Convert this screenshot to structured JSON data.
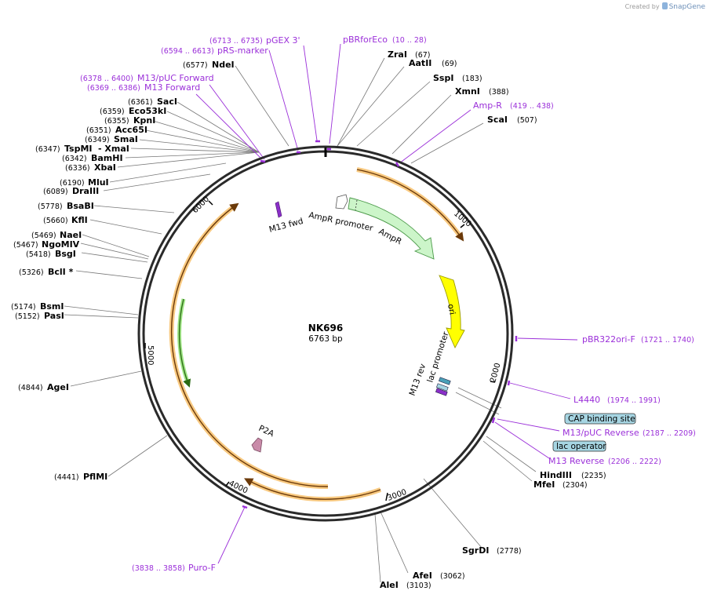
{
  "credit": {
    "prefix": "Created by",
    "brand": "SnapGene"
  },
  "plasmid": {
    "name": "NK696",
    "length_label": "6763 bp"
  },
  "ticks": [
    "1000",
    "2000",
    "3000",
    "4000",
    "5000",
    "6000"
  ],
  "features": {
    "amp_promoter": "AmpR promoter",
    "ampr": "AmpR",
    "ori": "ori",
    "lac_promoter": "lac promoter",
    "m13_rev": "M13 rev",
    "m13_fwd": "M13 fwd",
    "p2a": "P2A"
  },
  "sites": {
    "zrai": {
      "name": "ZraI",
      "coord": "(67)"
    },
    "aatii": {
      "name": "AatII",
      "coord": "(69)"
    },
    "sspi": {
      "name": "SspI",
      "coord": "(183)"
    },
    "xmni": {
      "name": "XmnI",
      "coord": "(388)"
    },
    "scai": {
      "name": "ScaI",
      "coord": "(507)"
    },
    "hindiii": {
      "name": "HindIII",
      "coord": "(2235)"
    },
    "mfei": {
      "name": "MfeI",
      "coord": "(2304)"
    },
    "sgrdi": {
      "name": "SgrDI",
      "coord": "(2778)"
    },
    "afei": {
      "name": "AfeI",
      "coord": "(3062)"
    },
    "alei": {
      "name": "AleI",
      "coord": "(3103)"
    },
    "pflmi": {
      "name": "PflMI",
      "coord": "(4441)"
    },
    "agei": {
      "name": "AgeI",
      "coord": "(4844)"
    },
    "pasi": {
      "name": "PasI",
      "coord": "(5152)"
    },
    "bsmi": {
      "name": "BsmI",
      "coord": "(5174)"
    },
    "bcli": {
      "name": "BclI *",
      "coord": "(5326)"
    },
    "bsgi": {
      "name": "BsgI",
      "coord": "(5418)"
    },
    "ngomiv": {
      "name": "NgoMIV",
      "coord": "(5467)"
    },
    "naei": {
      "name": "NaeI",
      "coord": "(5469)"
    },
    "kfli": {
      "name": "KflI",
      "coord": "(5660)"
    },
    "bsabi": {
      "name": "BsaBI",
      "coord": "(5778)"
    },
    "draiii": {
      "name": "DraIII",
      "coord": "(6089)"
    },
    "mlui": {
      "name": "MluI",
      "coord": "(6190)"
    },
    "xbai": {
      "name": "XbaI",
      "coord": "(6336)"
    },
    "bamhi": {
      "name": "BamHI",
      "coord": "(6342)"
    },
    "tspmi": {
      "name": "TspMI",
      "coord": "(6347)",
      "alias": "- XmaI"
    },
    "smai": {
      "name": "SmaI",
      "coord": "(6349)"
    },
    "acc65i": {
      "name": "Acc65I",
      "coord": "(6351)"
    },
    "kpni": {
      "name": "KpnI",
      "coord": "(6355)"
    },
    "eco53ki": {
      "name": "Eco53kI",
      "coord": "(6359)"
    },
    "saci": {
      "name": "SacI",
      "coord": "(6361)"
    },
    "ndei": {
      "name": "NdeI",
      "coord": "(6577)"
    }
  },
  "primers": {
    "pgex3": {
      "name": "pGEX 3'",
      "coord": "(6713 .. 6735)"
    },
    "prs": {
      "name": "pRS-marker",
      "coord": "(6594 .. 6613)"
    },
    "pbrfor": {
      "name": "pBRforEco",
      "coord": "(10 .. 28)"
    },
    "m13puc": {
      "name": "M13/pUC Forward",
      "coord": "(6378 .. 6400)"
    },
    "m13fwd": {
      "name": "M13 Forward",
      "coord": "(6369 .. 6386)"
    },
    "ampr": {
      "name": "Amp-R",
      "coord": "(419 .. 438)"
    },
    "pbr322": {
      "name": "pBR322ori-F",
      "coord": "(1721 .. 1740)"
    },
    "l4440": {
      "name": "L4440",
      "coord": "(1974 .. 1991)"
    },
    "m13pucrev": {
      "name": "M13/pUC Reverse",
      "coord": "(2187 .. 2209)"
    },
    "m13rev": {
      "name": "M13 Reverse",
      "coord": "(2206 .. 2222)"
    },
    "purof": {
      "name": "Puro-F",
      "coord": "(3838 .. 3858)"
    }
  },
  "boxes": {
    "cap": "CAP binding site",
    "lacop": "lac operator"
  },
  "colors": {
    "primer": "#9b30d9",
    "ampr_fill": "#ccf5c9",
    "ori_fill": "#ffff00",
    "orf_orange": "#f5b24a",
    "orf_green": "#8ee070",
    "box_fill": "#a6d5e2",
    "p2a_fill": "#c98ba9"
  }
}
